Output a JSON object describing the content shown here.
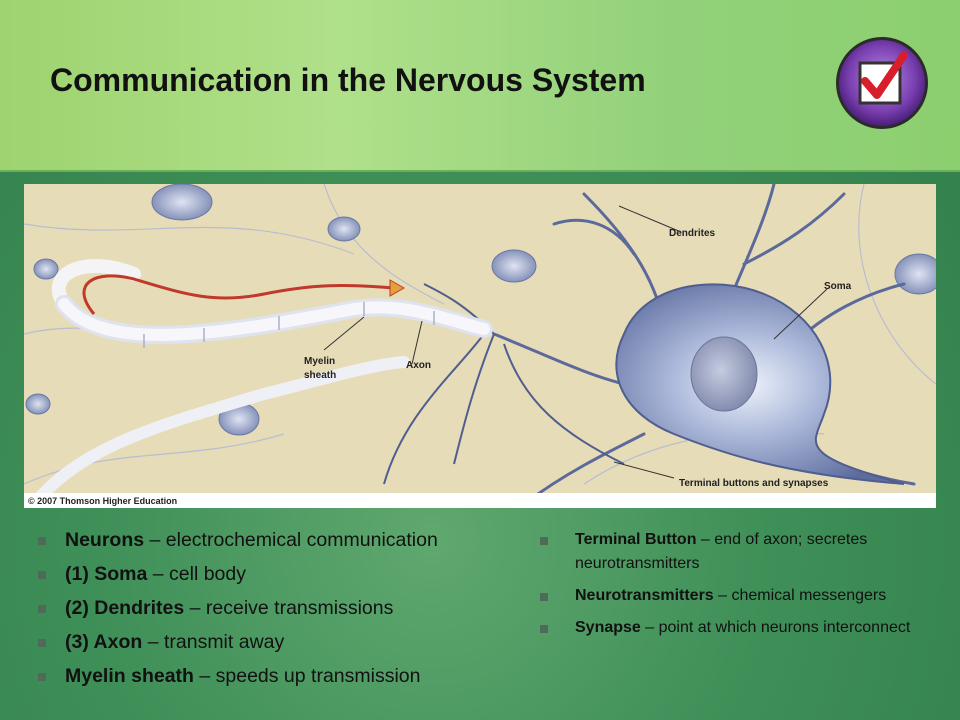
{
  "slide": {
    "title": "Communication in the Nervous System",
    "logo_icon": "checkbox-check-icon",
    "colors": {
      "header": "#a5d97f",
      "background": "#3f8f58",
      "axon_arrow": "#c0392b"
    }
  },
  "figure": {
    "labels": {
      "dendrites": "Dendrites",
      "soma": "Soma",
      "myelin_line1": "Myelin",
      "myelin_line2": "sheath",
      "axon": "Axon",
      "terminal": "Terminal buttons and synapses",
      "copyright": "© 2007 Thomson Higher Education"
    }
  },
  "bullets_left": [
    {
      "term": "Neurons",
      "desc": " – electrochemical communication"
    },
    {
      "term": "(1) Soma",
      "desc": " – cell body"
    },
    {
      "term": "(2) Dendrites",
      "desc": " – receive transmissions"
    },
    {
      "term": "(3) Axon",
      "desc": " – transmit away"
    },
    {
      "term": "Myelin sheath",
      "desc": " – speeds up transmission"
    }
  ],
  "bullets_right": [
    {
      "term": "Terminal Button",
      "desc": " – end of axon; secretes neurotransmitters"
    },
    {
      "term": "Neurotransmitters",
      "desc": " – chemical messengers"
    },
    {
      "term": "Synapse",
      "desc": " – point at which neurons interconnect"
    }
  ]
}
